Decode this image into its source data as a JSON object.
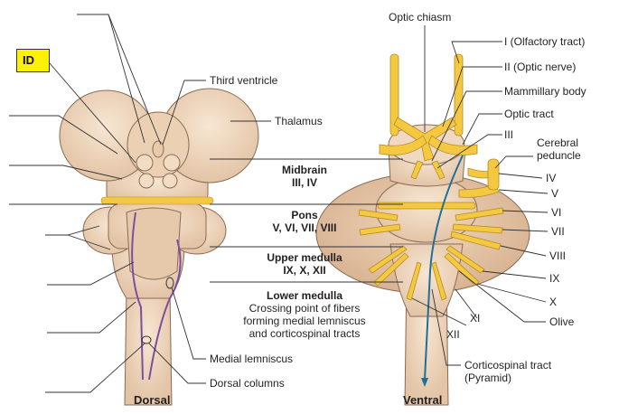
{
  "badge": "ID",
  "left_labels": {
    "third_ventricle": "Third ventricle",
    "thalamus": "Thalamus",
    "medial_lemniscus": "Medial lemniscus",
    "dorsal_columns": "Dorsal columns",
    "view": "Dorsal"
  },
  "levels": {
    "midbrain": {
      "title": "Midbrain",
      "nuclei": "III, IV"
    },
    "pons": {
      "title": "Pons",
      "nuclei": "V, VI, VII, VIII"
    },
    "upper_medulla": {
      "title": "Upper medulla",
      "nuclei": "IX, X, XII"
    },
    "lower_medulla": {
      "title": "Lower medulla",
      "line1": "Crossing point of fibers",
      "line2": "forming medial lemniscus",
      "line3": "and corticospinal tracts"
    }
  },
  "right_labels": {
    "optic_chiasm": "Optic chiasm",
    "olfactory": "I (Olfactory tract)",
    "optic_nerve": "II (Optic nerve)",
    "mammillary": "Mammillary body",
    "optic_tract": "Optic tract",
    "cn3": "III",
    "peduncle_1": "Cerebral",
    "peduncle_2": "peduncle",
    "cn4": "IV",
    "cn5": "V",
    "cn6": "VI",
    "cn7": "VII",
    "cn8": "VIII",
    "cn9": "IX",
    "cn10": "X",
    "olive": "Olive",
    "cn11": "XI",
    "cn12": "XII",
    "cst_1": "Corticospinal tract",
    "cst_2": "(Pyramid)",
    "view": "Ventral"
  },
  "colors": {
    "tissue": "#f2dcc4",
    "tissue_dark": "#d9b99a",
    "outline": "#8a6b55",
    "nerve": "#f5c842",
    "tract_purple": "#7b4fa0",
    "tract_blue": "#1f6f9a",
    "badge": "#fff200",
    "leader": "#333333"
  }
}
